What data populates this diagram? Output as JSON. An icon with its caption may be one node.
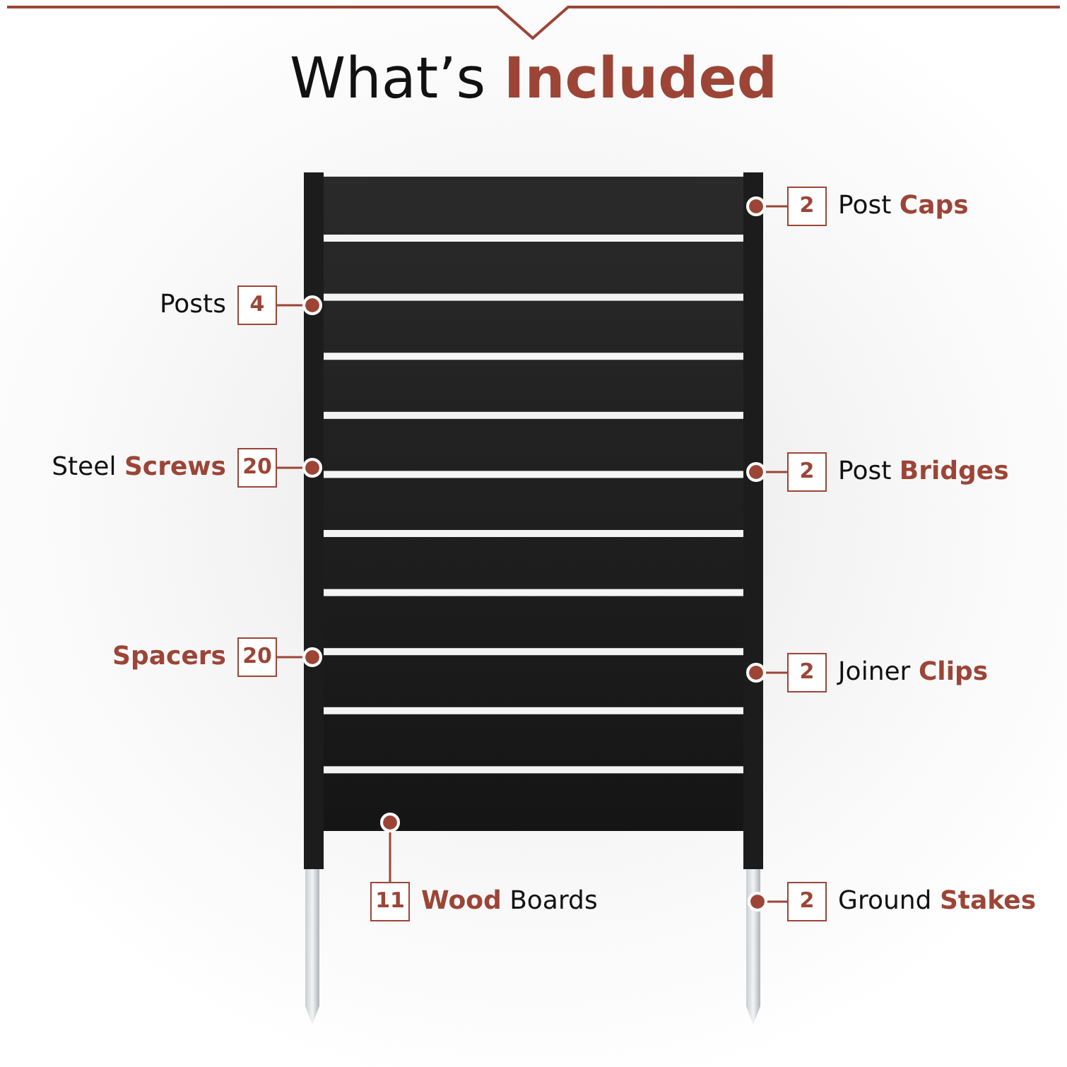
{
  "diagram": {
    "title": "What’s **Included**",
    "nodes": [
      {
        "text": [
          "2"
        ],
        "beside": [
          "Post **Caps**"
        ]
      },
      {
        "text": [],
        "shape": "circle"
      },
      {
        "text": [
          "4"
        ],
        "beside": [
          "Posts"
        ]
      },
      {
        "text": [],
        "shape": "circle"
      },
      {
        "text": [
          "20"
        ],
        "beside": [
          "Steel **Screws**"
        ]
      },
      {
        "text": [],
        "shape": "circle"
      },
      {
        "text": [
          "2"
        ],
        "beside": [
          "Post **Bridges**"
        ]
      },
      {
        "text": [],
        "shape": "circle"
      },
      {
        "text": [
          "20"
        ],
        "beside": [
          "**Spacers**"
        ]
      },
      {
        "text": [],
        "shape": "circle"
      },
      {
        "text": [
          "2"
        ],
        "beside": [
          "Joiner **Clips**"
        ]
      },
      {
        "text": [],
        "shape": "circle"
      },
      {
        "text": [
          "11"
        ],
        "beside": [
          "**Wood** Boards"
        ]
      },
      {
        "text": [],
        "shape": "circle"
      },
      {
        "text": [
          "2"
        ],
        "beside": [
          "Ground **Stakes**"
        ]
      },
      {
        "text": [],
        "shape": "circle"
      }
    ],
    "edges": [
      {
        "from": 0,
        "to": 1,
        "arrow": "none"
      },
      {
        "from": 2,
        "to": 3,
        "arrow": "none"
      },
      {
        "from": 4,
        "to": 5,
        "arrow": "none"
      },
      {
        "from": 6,
        "to": 7,
        "arrow": "none"
      },
      {
        "from": 8,
        "to": 9,
        "arrow": "none"
      },
      {
        "from": 10,
        "to": 11,
        "arrow": "none"
      },
      {
        "from": 12,
        "to": 13,
        "arrow": "none"
      },
      {
        "from": 14,
        "to": 15,
        "arrow": "none"
      }
    ]
  }
}
